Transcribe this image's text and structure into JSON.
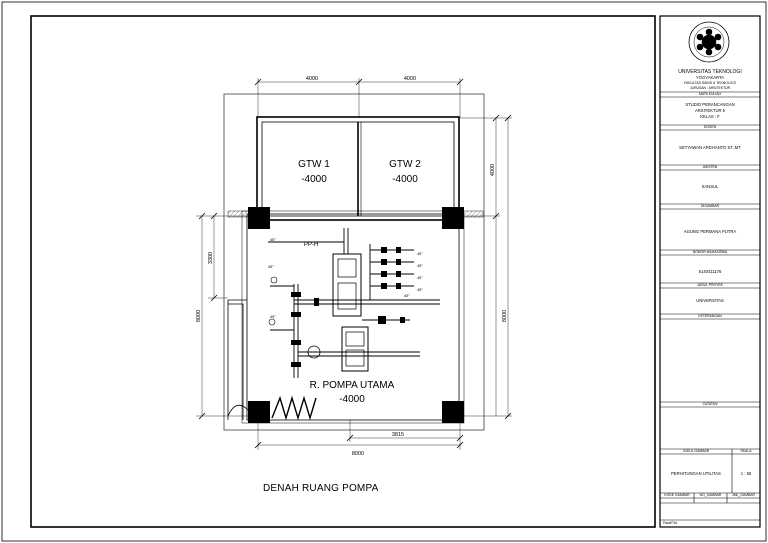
{
  "plan": {
    "title": "DENAH RUANG POMPA",
    "rooms": {
      "gtw1_name": "GTW 1",
      "gtw1_level": "-4000",
      "gtw2_name": "GTW 2",
      "gtw2_level": "-4000",
      "pump_room_name": "R. POMPA UTAMA",
      "pump_room_level": "-4000",
      "pump_label": "PP-H"
    },
    "dimensions": {
      "top_left": "4000",
      "top_right": "4000",
      "right_upper": "4000",
      "right_full": "8000",
      "left_upper": "3300",
      "left_full": "8000",
      "bottom_full": "8000",
      "bottom_inner": "3815"
    },
    "pipe_tags": [
      "45°",
      "45°",
      "45°",
      "45°",
      "45°",
      "45°",
      "45°",
      "45°"
    ]
  },
  "title_block": {
    "university": "UNIVERSITAS TEKNOLOGI",
    "city": "YOGYAKARTA",
    "faculty": "FAKULTAS SAINS & TEKNOLOGI",
    "department": "JURUSAN : ARSITEKTUR",
    "subject_label": "MATA KULIAH",
    "subject_line1": "STUDIO PERANCANGAN",
    "subject_line2": "ARSITEKTUR 5",
    "subject_line3": "KELAS : F",
    "lecturer_label": "DOSEN",
    "lecturer": "SETYAWAN ARDHANTO ST.,MT",
    "assistant_label": "ASISTEN",
    "assistant": "SANSUL",
    "designer_label": "DIGAMBAR",
    "designer": "AGUNG PERMANA PUTRA",
    "student_id_label": "NOMOR MAHASISWA",
    "student_id": "5140411176",
    "project_label": "JUDUL PROYEK",
    "project": "UNIVERSITAS",
    "notes_label": "KETERANGAN",
    "catatan_label": "CATATAN",
    "drawing_title_label": "JUDUL GAMBAR",
    "scale_label": "SKALA",
    "drawing_title": "PERHITUNGAN UTILITAS",
    "scale": "1 : 50",
    "code_label": "KODE GAMBAR",
    "no_label": "NO_GAMBAR",
    "count_label": "JML_GAMBAR",
    "bottom_label": "Paraf/Ttd"
  }
}
